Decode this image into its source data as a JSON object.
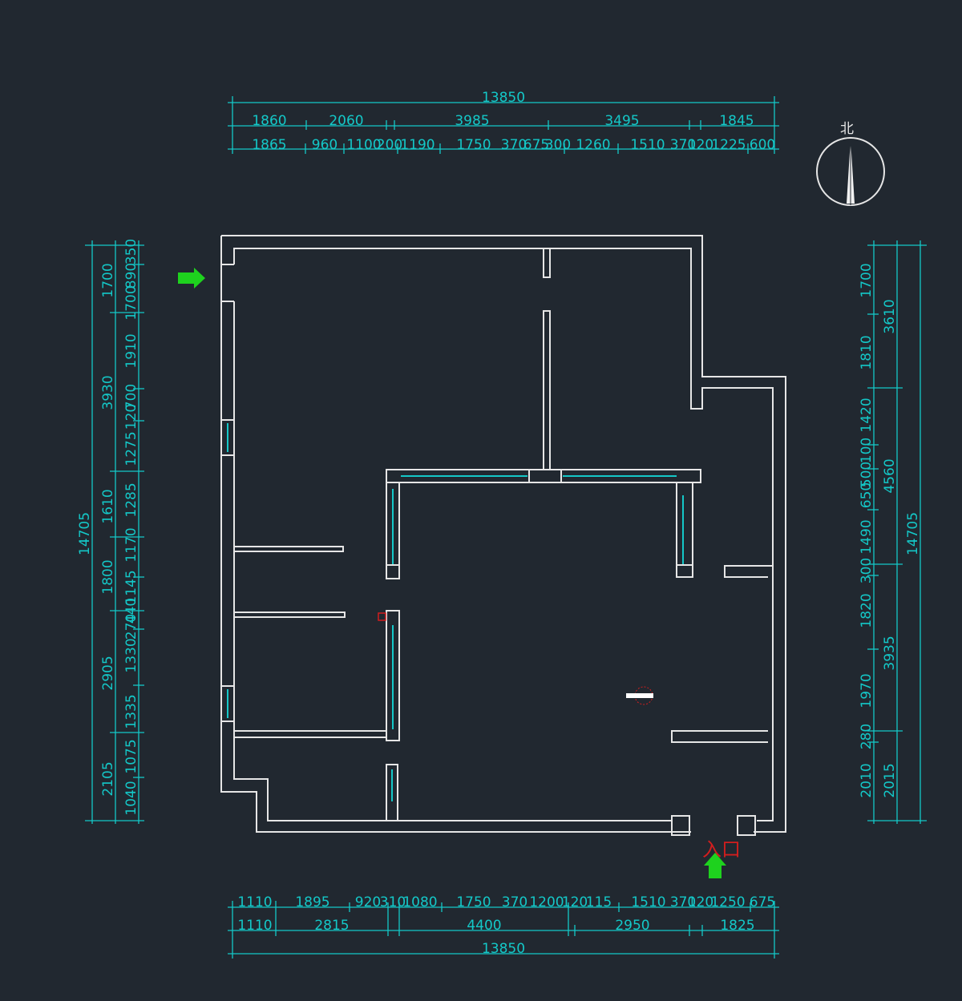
{
  "entrance_label": "入口",
  "north_label": "北",
  "colors": {
    "background": "#212830",
    "dimension": "#14c8c8",
    "wall": "#e6e6e6",
    "arrow": "#1ed21e",
    "entrance_text": "#d21e1e"
  },
  "dimensions": {
    "top": {
      "total": "13850",
      "row1": [
        "1860",
        "2060",
        "3985",
        "3495",
        "1845"
      ],
      "row2": [
        "1865",
        "960",
        "1100",
        "200",
        "1190",
        "1750",
        "370",
        "675",
        "300",
        "1260",
        "1510",
        "370",
        "120",
        "1225",
        "600"
      ]
    },
    "bottom": {
      "row1": [
        "1110",
        "1895",
        "920",
        "310",
        "1080",
        "1750",
        "370",
        "1200",
        "120",
        "115",
        "1510",
        "370",
        "120",
        "1250",
        "675"
      ],
      "row2": [
        "1110",
        "2815",
        "4400",
        "2950",
        "1825"
      ],
      "total": "13850"
    },
    "left": {
      "total": "14705",
      "outer": [
        "1700",
        "3930",
        "1610",
        "1800",
        "2905",
        "2105"
      ],
      "inner": [
        "350",
        "890",
        "1700",
        "1910",
        "700",
        "120",
        "1275",
        "1285",
        "1170",
        "1145",
        "440",
        "270",
        "1330",
        "1335",
        "1075",
        "1040"
      ]
    },
    "right": {
      "inner": [
        "1700",
        "1810",
        "1420",
        "100",
        "500",
        "650",
        "1490",
        "300",
        "1820",
        "1970",
        "280",
        "2010"
      ],
      "middle": [
        "3610",
        "4560",
        "3935",
        "2015"
      ],
      "total": "14705"
    }
  }
}
